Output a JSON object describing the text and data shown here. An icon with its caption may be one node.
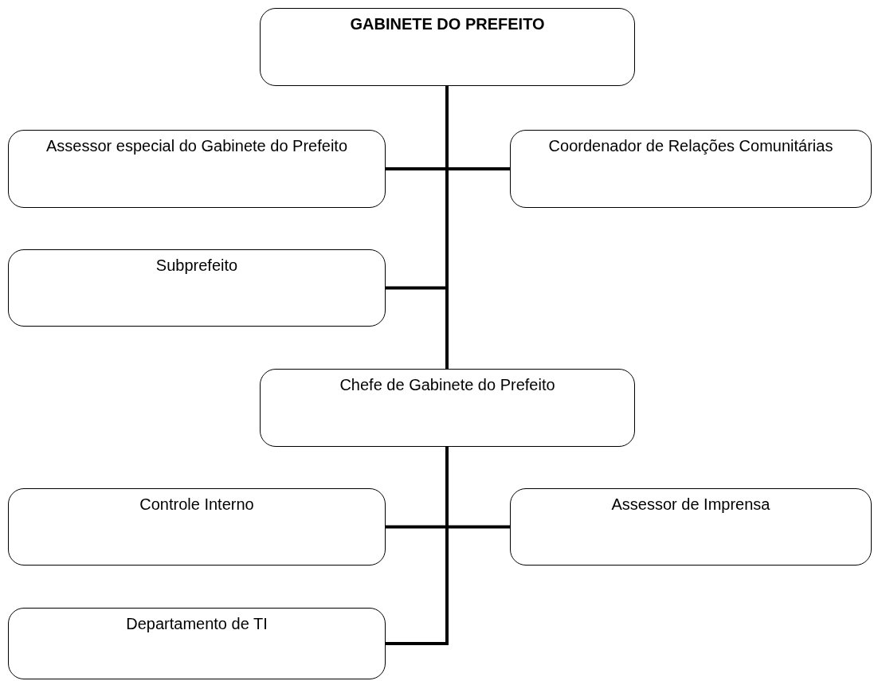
{
  "diagram": {
    "nodes": [
      {
        "text": [
          "GABINETE DO PREFEITO"
        ]
      },
      {
        "text": [
          "Assessor especial do Gabinete do Prefeito"
        ]
      },
      {
        "text": [
          "Coordenador de Relações Comunitárias"
        ]
      },
      {
        "text": [
          "Subprefeito"
        ]
      },
      {
        "text": [
          "Chefe de Gabinete do Prefeito"
        ]
      },
      {
        "text": [
          "Controle Interno"
        ]
      },
      {
        "text": [
          "Assessor de Imprensa"
        ]
      },
      {
        "text": [
          "Departamento de TI"
        ]
      }
    ],
    "edges": [
      {
        "from": 0,
        "to": 1,
        "arrow": "none"
      },
      {
        "from": 0,
        "to": 2,
        "arrow": "none"
      },
      {
        "from": 0,
        "to": 3,
        "arrow": "none"
      },
      {
        "from": 0,
        "to": 4,
        "arrow": "none"
      },
      {
        "from": 4,
        "to": 5,
        "arrow": "none"
      },
      {
        "from": 4,
        "to": 6,
        "arrow": "none"
      },
      {
        "from": 4,
        "to": 7,
        "arrow": "none"
      }
    ]
  }
}
